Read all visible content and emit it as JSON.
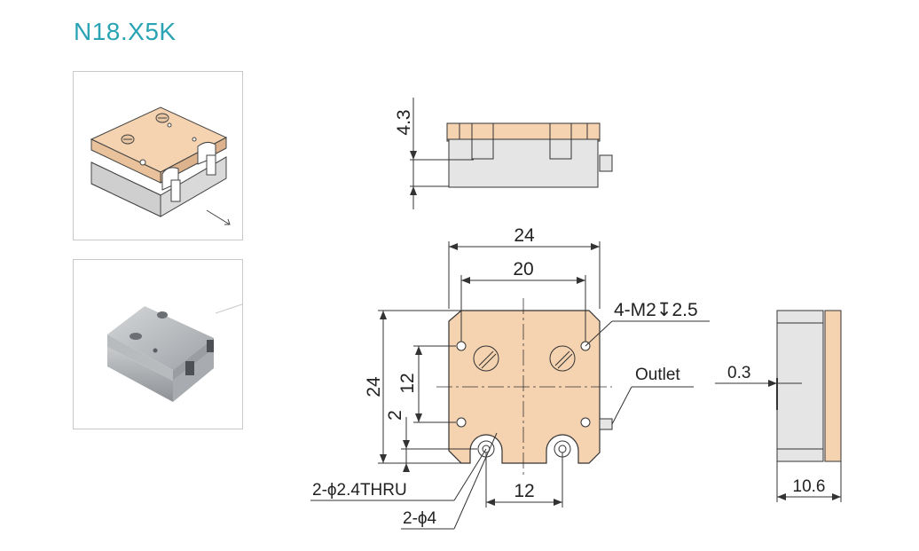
{
  "title": "N18.X5K",
  "colors": {
    "title": "#2aa3b4",
    "brass": "#f5d3b0",
    "steel": "#e5e5e5",
    "line": "#333333"
  },
  "dimensions": {
    "height_top": "4.3",
    "width_outer": "24",
    "width_hole": "20",
    "height_outer": "24",
    "hole_spacing_v": "12",
    "hole_offset": "2",
    "hole_spacing_h": "12",
    "thread_callout": "4-M2↧2.5",
    "outlet_label": "Outlet",
    "gap": "0.3",
    "depth": "10.6",
    "thru_hole": "2-ϕ2.4THRU",
    "counterbore": "2-ϕ4"
  }
}
